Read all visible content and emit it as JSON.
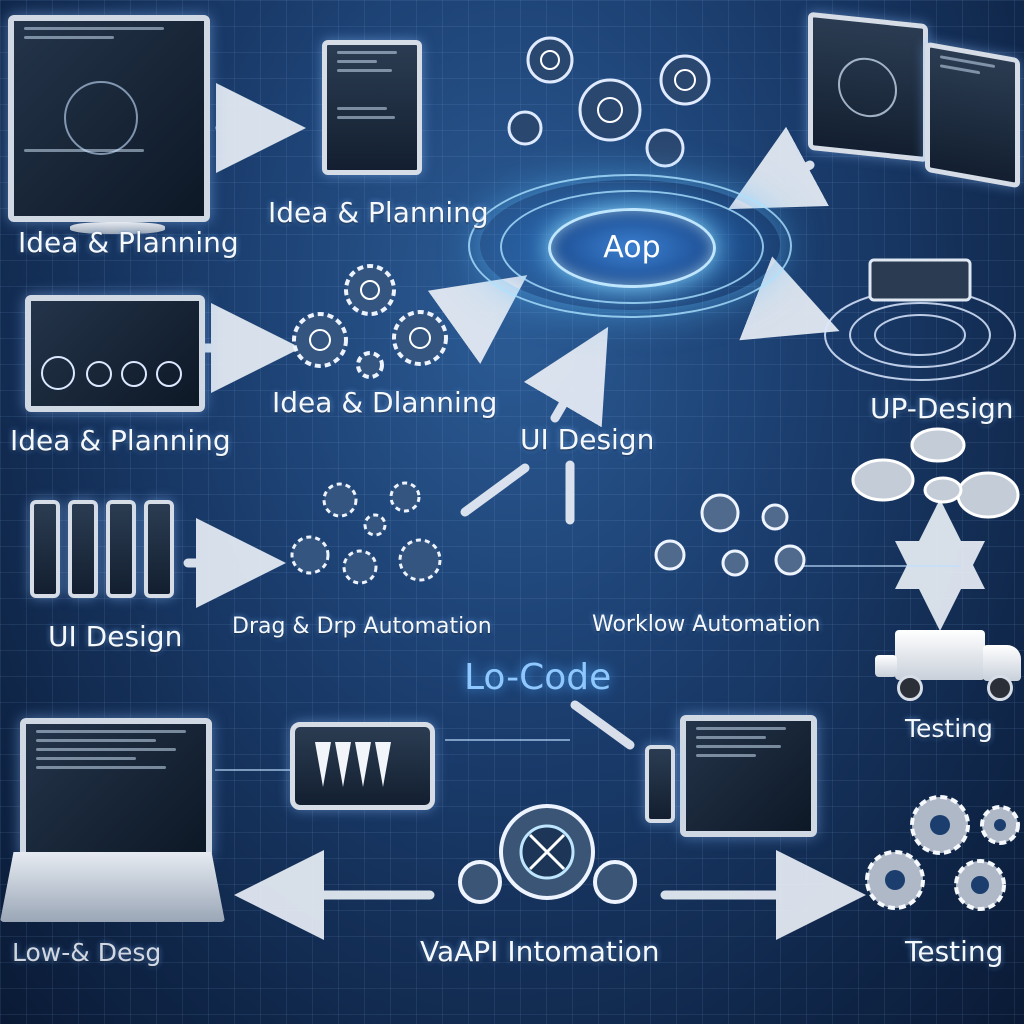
{
  "center": {
    "label": "Aop"
  },
  "labels": {
    "idea_planning_1": "Idea & Planning",
    "idea_planning_2": "Idea & Planning",
    "idea_planning_3": "Idea & Planning",
    "idea_dlanning": "Idea & Dlanning",
    "ui_design_center": "UI Design",
    "ui_design_left": "UI Design",
    "up_design": "UP-Design",
    "drag_drop": "Drag & Drp Automation",
    "workflow": "Worklow Automation",
    "lo_code": "Lo-Code",
    "testing_1": "Testing",
    "testing_2": "Testing",
    "low_design": "Low-& Desg",
    "api_automation": "VaAPI Intomation"
  },
  "colors": {
    "background": "#1b3e6f",
    "glow": "#5abeff",
    "text": "#f4f8ff",
    "accent": "#8fc8ff"
  }
}
